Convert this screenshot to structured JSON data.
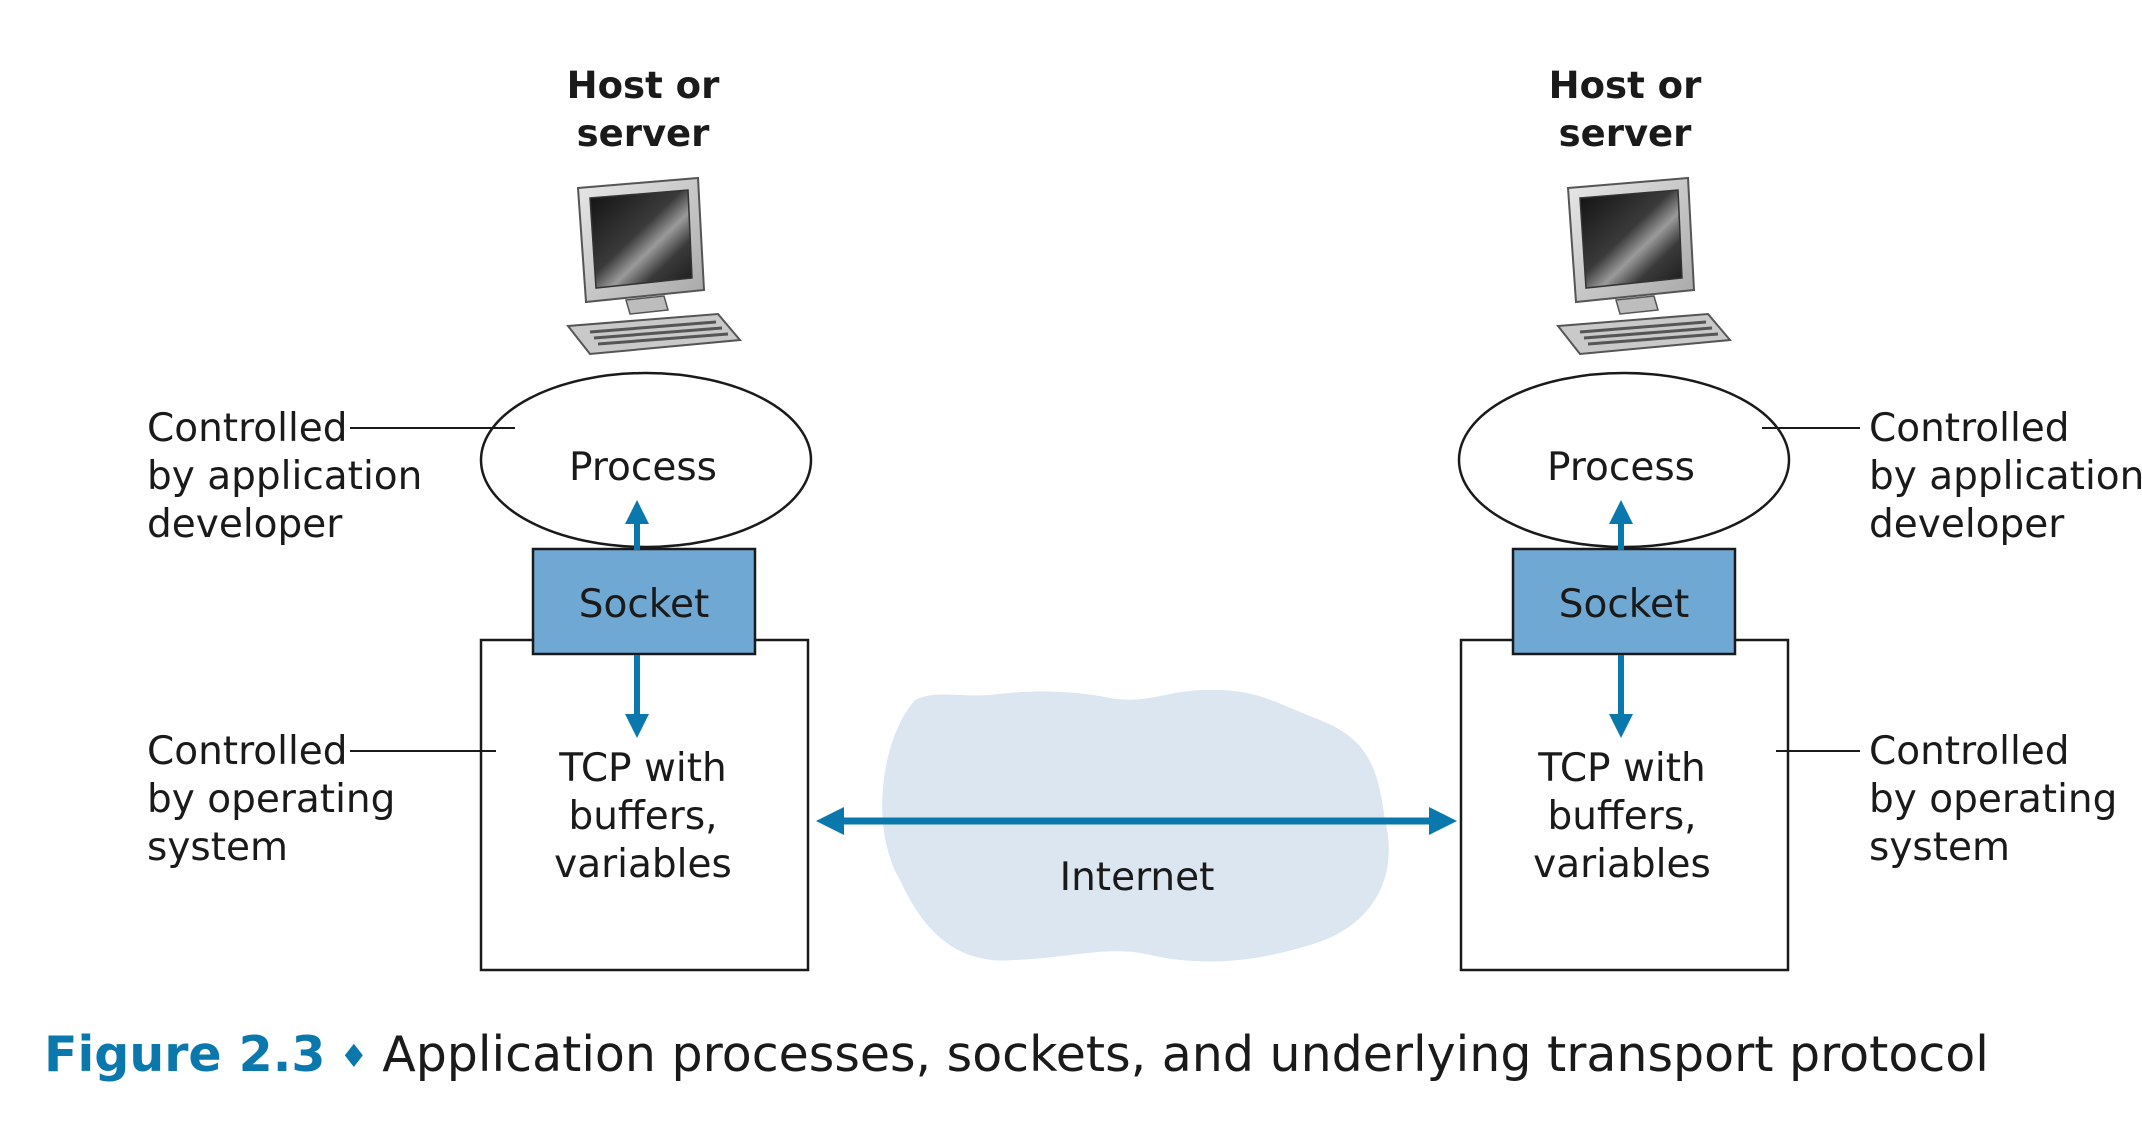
{
  "left_host": {
    "host_label": [
      "Host or",
      "server"
    ],
    "process_label": "Process",
    "socket_label": "Socket",
    "tcp_label": [
      "TCP with",
      "buffers,",
      "variables"
    ],
    "app_control_label": [
      "Controlled",
      "by application",
      "developer"
    ],
    "os_control_label": [
      "Controlled",
      "by operating",
      "system"
    ]
  },
  "right_host": {
    "host_label": [
      "Host or",
      "server"
    ],
    "process_label": "Process",
    "socket_label": "Socket",
    "tcp_label": [
      "TCP with",
      "buffers,",
      "variables"
    ],
    "app_control_label": [
      "Controlled",
      "by application",
      "developer"
    ],
    "os_control_label": [
      "Controlled",
      "by operating",
      "system"
    ]
  },
  "network": {
    "label": "Internet"
  },
  "caption": {
    "figure_number": "Figure 2.3",
    "separator": "♦",
    "text": "Application processes, sockets, and underlying transport protocol"
  },
  "colors": {
    "accent_blue": "#0b78ad",
    "socket_fill": "#6fa8d3",
    "cloud_fill": "#dbe6f1",
    "outline": "#1a1a1a"
  }
}
